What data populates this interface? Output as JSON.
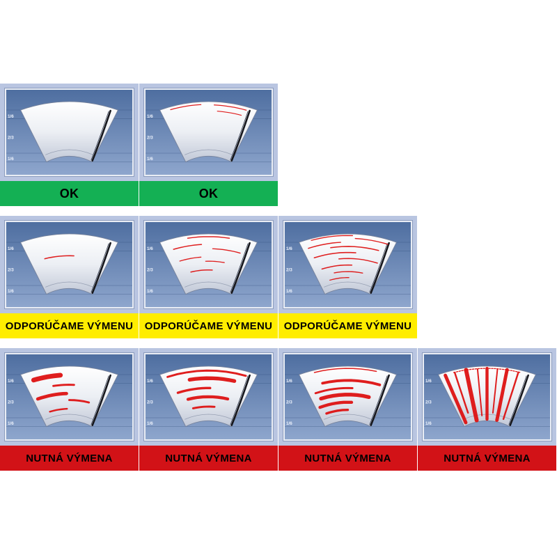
{
  "colors": {
    "cell_bg": "#b9c5e1",
    "panel_top": "#4e6ea0",
    "panel_bottom": "#8ea6cd",
    "ok_bg": "#14b054",
    "warn_bg": "#ffed00",
    "danger_bg": "#d21217",
    "streak": "#dd1212"
  },
  "scale_labels": [
    "1/6",
    "2/3",
    "1/6"
  ],
  "statuses": {
    "ok": "OK",
    "warn": "ODPORÚČAME VÝMENU",
    "danger": "NUTNÁ VÝMENA"
  },
  "cells": [
    {
      "status": "ok",
      "label": "OK",
      "streaks": []
    },
    {
      "status": "ok",
      "label": "OK",
      "streaks": [
        {
          "t": 0.05,
          "u0": 0.1,
          "u1": 0.42,
          "w": 1.3
        },
        {
          "t": 0.06,
          "u0": 0.56,
          "u1": 0.9,
          "w": 1.3
        },
        {
          "t": 0.17,
          "u0": 0.6,
          "u1": 0.87,
          "w": 1.2
        }
      ]
    },
    {
      "status": "warn",
      "label": "ODPORÚČAME VÝMENU",
      "streaks": [
        {
          "t": 0.4,
          "u0": 0.18,
          "u1": 0.56,
          "w": 1.6
        }
      ]
    },
    {
      "status": "warn",
      "label": "ODPORÚČAME VÝMENU",
      "streaks": [
        {
          "t": 0.05,
          "u0": 0.28,
          "u1": 0.72,
          "w": 1.5
        },
        {
          "t": 0.19,
          "u0": 0.1,
          "u1": 0.42,
          "w": 1.5
        },
        {
          "t": 0.27,
          "u0": 0.55,
          "u1": 0.88,
          "w": 1.4
        },
        {
          "t": 0.42,
          "u0": 0.12,
          "u1": 0.4,
          "w": 1.4
        },
        {
          "t": 0.5,
          "u0": 0.46,
          "u1": 0.72,
          "w": 1.4
        },
        {
          "t": 0.66,
          "u0": 0.22,
          "u1": 0.56,
          "w": 1.5
        }
      ]
    },
    {
      "status": "warn",
      "label": "ODPORÚČAME VÝMENU",
      "streaks": [
        {
          "t": 0.03,
          "u0": 0.12,
          "u1": 0.55,
          "w": 1.4
        },
        {
          "t": 0.08,
          "u0": 0.58,
          "u1": 0.93,
          "w": 1.4
        },
        {
          "t": 0.15,
          "u0": 0.06,
          "u1": 0.42,
          "w": 1.5
        },
        {
          "t": 0.23,
          "u0": 0.3,
          "u1": 0.86,
          "w": 1.6
        },
        {
          "t": 0.34,
          "u0": 0.08,
          "u1": 0.6,
          "w": 1.6
        },
        {
          "t": 0.45,
          "u0": 0.38,
          "u1": 0.9,
          "w": 1.5
        },
        {
          "t": 0.57,
          "u0": 0.12,
          "u1": 0.56,
          "w": 1.6
        },
        {
          "t": 0.69,
          "u0": 0.28,
          "u1": 0.74,
          "w": 1.5
        },
        {
          "t": 0.8,
          "u0": 0.18,
          "u1": 0.52,
          "w": 1.4
        }
      ]
    },
    {
      "status": "danger",
      "label": "NUTNÁ VÝMENA",
      "streaks": [
        {
          "t": 0.16,
          "u0": 0.1,
          "u1": 0.4,
          "w": 7
        },
        {
          "t": 0.34,
          "u0": 0.3,
          "u1": 0.56,
          "w": 3
        },
        {
          "t": 0.5,
          "u0": 0.06,
          "u1": 0.46,
          "w": 5
        },
        {
          "t": 0.62,
          "u0": 0.5,
          "u1": 0.8,
          "w": 3
        },
        {
          "t": 0.78,
          "u0": 0.16,
          "u1": 0.46,
          "w": 2.5
        }
      ]
    },
    {
      "status": "danger",
      "label": "NUTNÁ VÝMENA",
      "streaks": [
        {
          "t": 0.08,
          "u0": 0.06,
          "u1": 0.9,
          "w": 3
        },
        {
          "t": 0.22,
          "u0": 0.28,
          "u1": 0.8,
          "w": 5.5
        },
        {
          "t": 0.4,
          "u0": 0.1,
          "u1": 0.52,
          "w": 3.5
        },
        {
          "t": 0.56,
          "u0": 0.2,
          "u1": 0.78,
          "w": 4.5
        },
        {
          "t": 0.74,
          "u0": 0.24,
          "u1": 0.6,
          "w": 3
        }
      ]
    },
    {
      "status": "danger",
      "label": "NUTNÁ VÝMENA",
      "streaks": [
        {
          "t": 0.04,
          "u0": 0.15,
          "u1": 0.8,
          "w": 1.6
        },
        {
          "t": 0.26,
          "u0": 0.2,
          "u1": 0.88,
          "w": 4
        },
        {
          "t": 0.4,
          "u0": 0.08,
          "u1": 0.56,
          "w": 3
        },
        {
          "t": 0.52,
          "u0": 0.12,
          "u1": 0.8,
          "w": 5.5
        },
        {
          "t": 0.66,
          "u0": 0.06,
          "u1": 0.56,
          "w": 4.5
        },
        {
          "t": 0.8,
          "u0": 0.12,
          "u1": 0.5,
          "w": 3.5
        }
      ]
    },
    {
      "status": "danger",
      "label": "NUTNÁ VÝMENA",
      "streaks": [
        {
          "t": 0.04,
          "u0": 0.15,
          "u1": 0.85,
          "w": 1.4,
          "dash": true
        },
        {
          "v": true,
          "u": 0.06,
          "t0": 0.05,
          "t1": 0.95,
          "w": 5
        },
        {
          "v": true,
          "u": 0.16,
          "t0": 0.05,
          "t1": 0.8,
          "w": 2.5
        },
        {
          "v": true,
          "u": 0.28,
          "t0": 0.04,
          "t1": 0.97,
          "w": 6
        },
        {
          "v": true,
          "u": 0.4,
          "t0": 0.05,
          "t1": 0.9,
          "w": 2
        },
        {
          "v": true,
          "u": 0.5,
          "t0": 0.04,
          "t1": 0.97,
          "w": 4.5
        },
        {
          "v": true,
          "u": 0.61,
          "t0": 0.05,
          "t1": 0.85,
          "w": 2
        },
        {
          "v": true,
          "u": 0.71,
          "t0": 0.04,
          "t1": 0.97,
          "w": 5
        },
        {
          "v": true,
          "u": 0.83,
          "t0": 0.05,
          "t1": 0.92,
          "w": 2.5
        }
      ]
    }
  ]
}
